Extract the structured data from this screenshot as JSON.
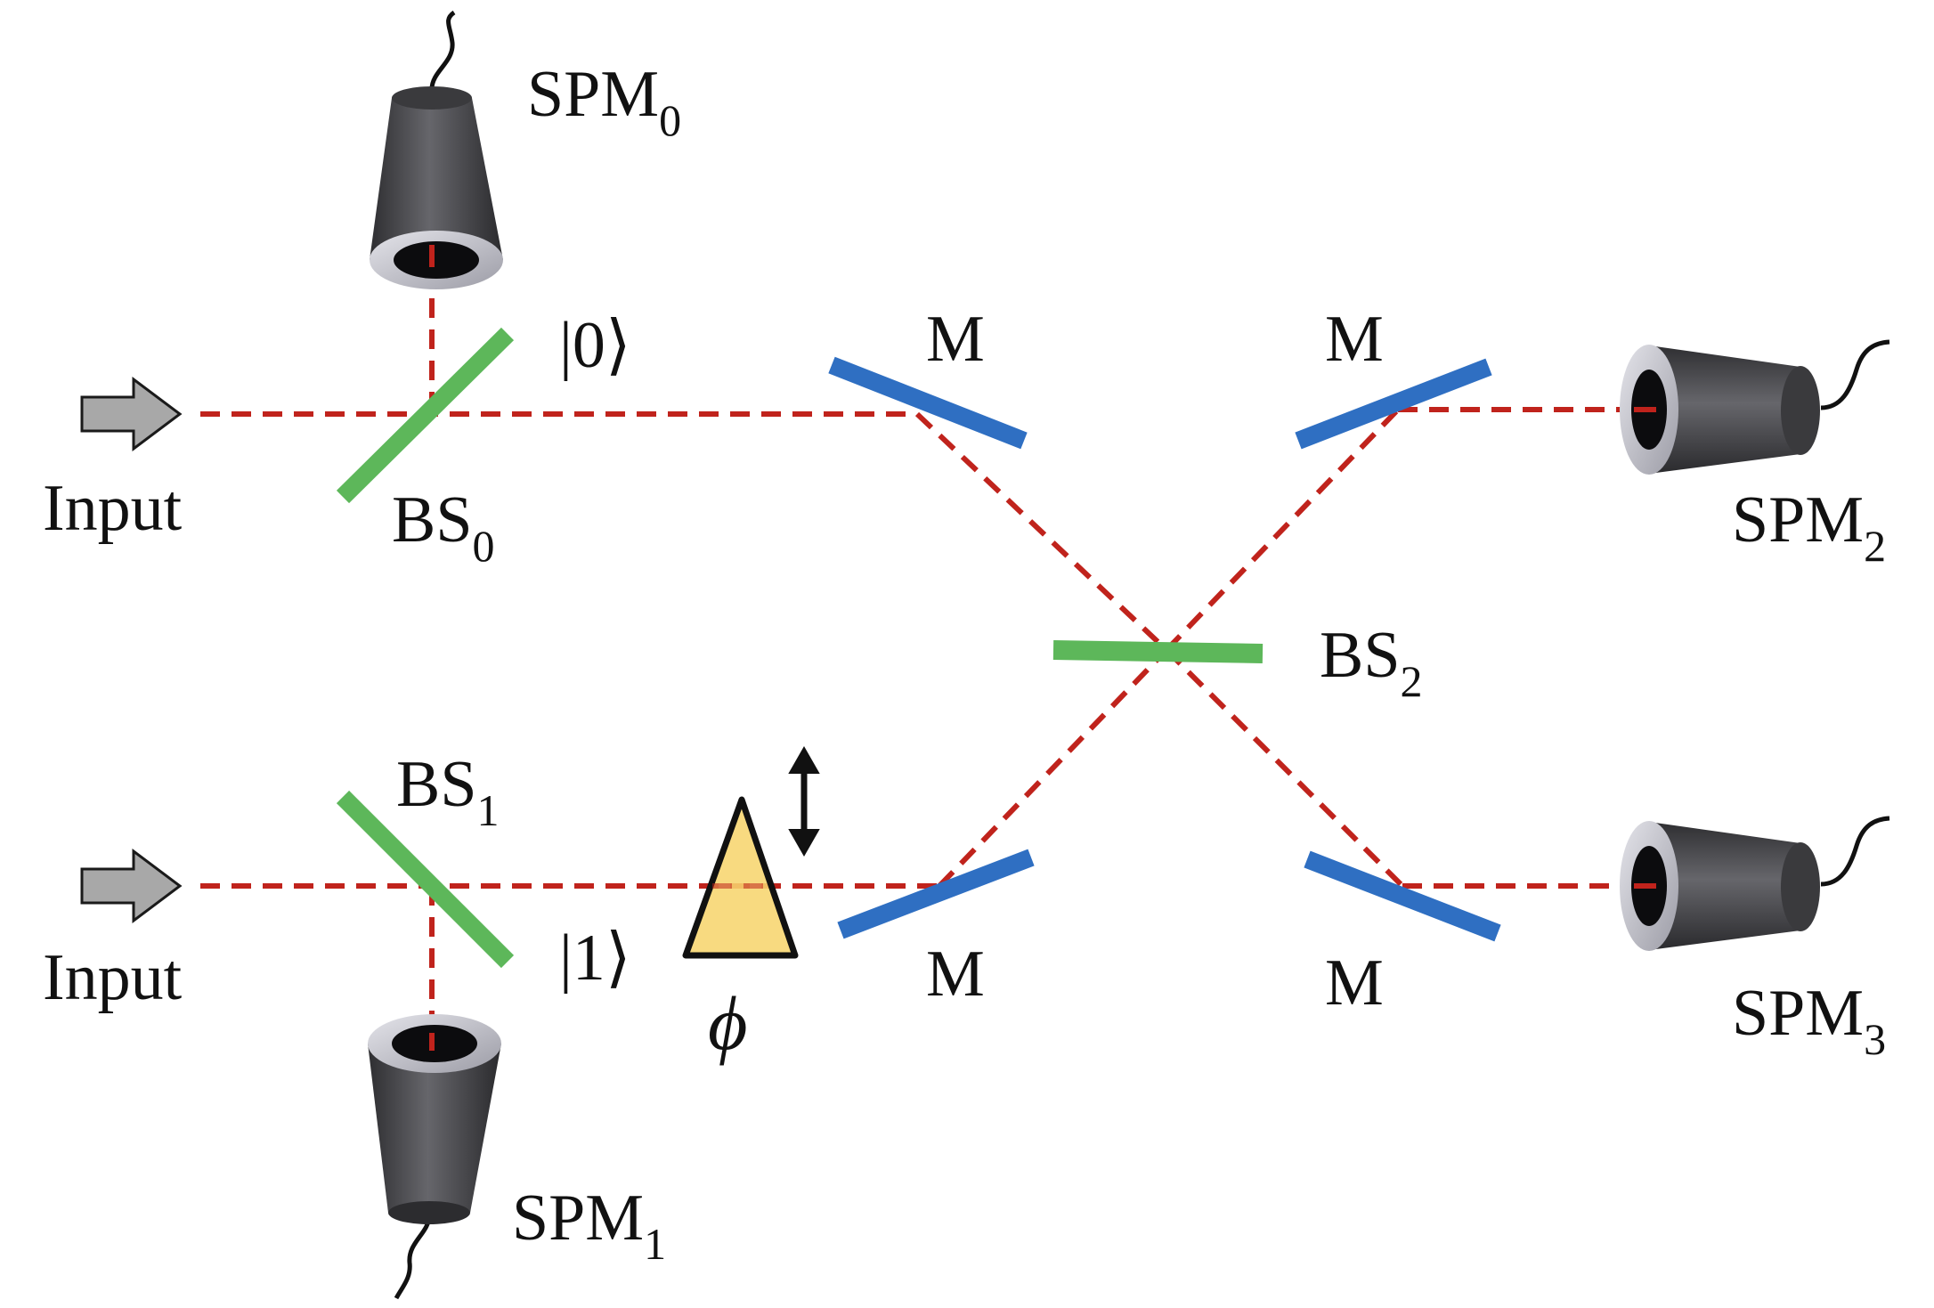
{
  "labels": {
    "input_top": "Input",
    "input_bottom": "Input",
    "bs0": {
      "base": "BS",
      "sub": "0"
    },
    "bs1": {
      "base": "BS",
      "sub": "1"
    },
    "bs2": {
      "base": "BS",
      "sub": "2"
    },
    "spm0": {
      "base": "SPM",
      "sub": "0"
    },
    "spm1": {
      "base": "SPM",
      "sub": "1"
    },
    "spm2": {
      "base": "SPM",
      "sub": "2"
    },
    "spm3": {
      "base": "SPM",
      "sub": "3"
    },
    "ket0": "|0⟩",
    "ket1": "|1⟩",
    "mirror_tl": "M",
    "mirror_tr": "M",
    "mirror_bl": "M",
    "mirror_br": "M",
    "phase": "ϕ"
  },
  "colors": {
    "beam": "#c0231c",
    "beam_splitter": "#5db75a",
    "mirror": "#2f6fc2",
    "detector": "#4a4a4e",
    "phase_shifter": "#f7d56e",
    "input_arrow": "#a8a8a8"
  }
}
